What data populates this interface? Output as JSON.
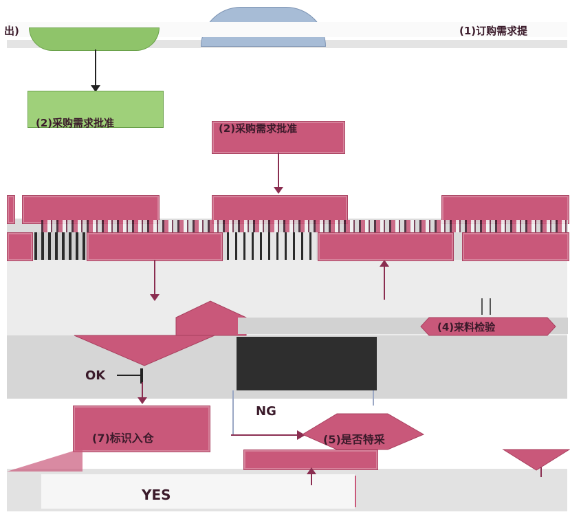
{
  "nodes": {
    "top_partial": "(1)订购需求提",
    "top_left_fragment": "出)",
    "approval": "(2)采购需求批准",
    "approval_echo": "(2)采购需求批准",
    "incoming_inspection": "(4)来料检验",
    "label_stock": "(7)标识入仓",
    "special_purchase": "(5)是否特采"
  },
  "edges": {
    "ok": "OK",
    "ng": "NG",
    "yes": "YES"
  },
  "colors": {
    "pink_box": "#c9587a",
    "green_box": "#8fc46a",
    "blue_oval": "#a7bcd6",
    "gray_band": "#e8e8e8",
    "dark_block": "#2e2e2e",
    "arrow": "#8a2d50"
  }
}
